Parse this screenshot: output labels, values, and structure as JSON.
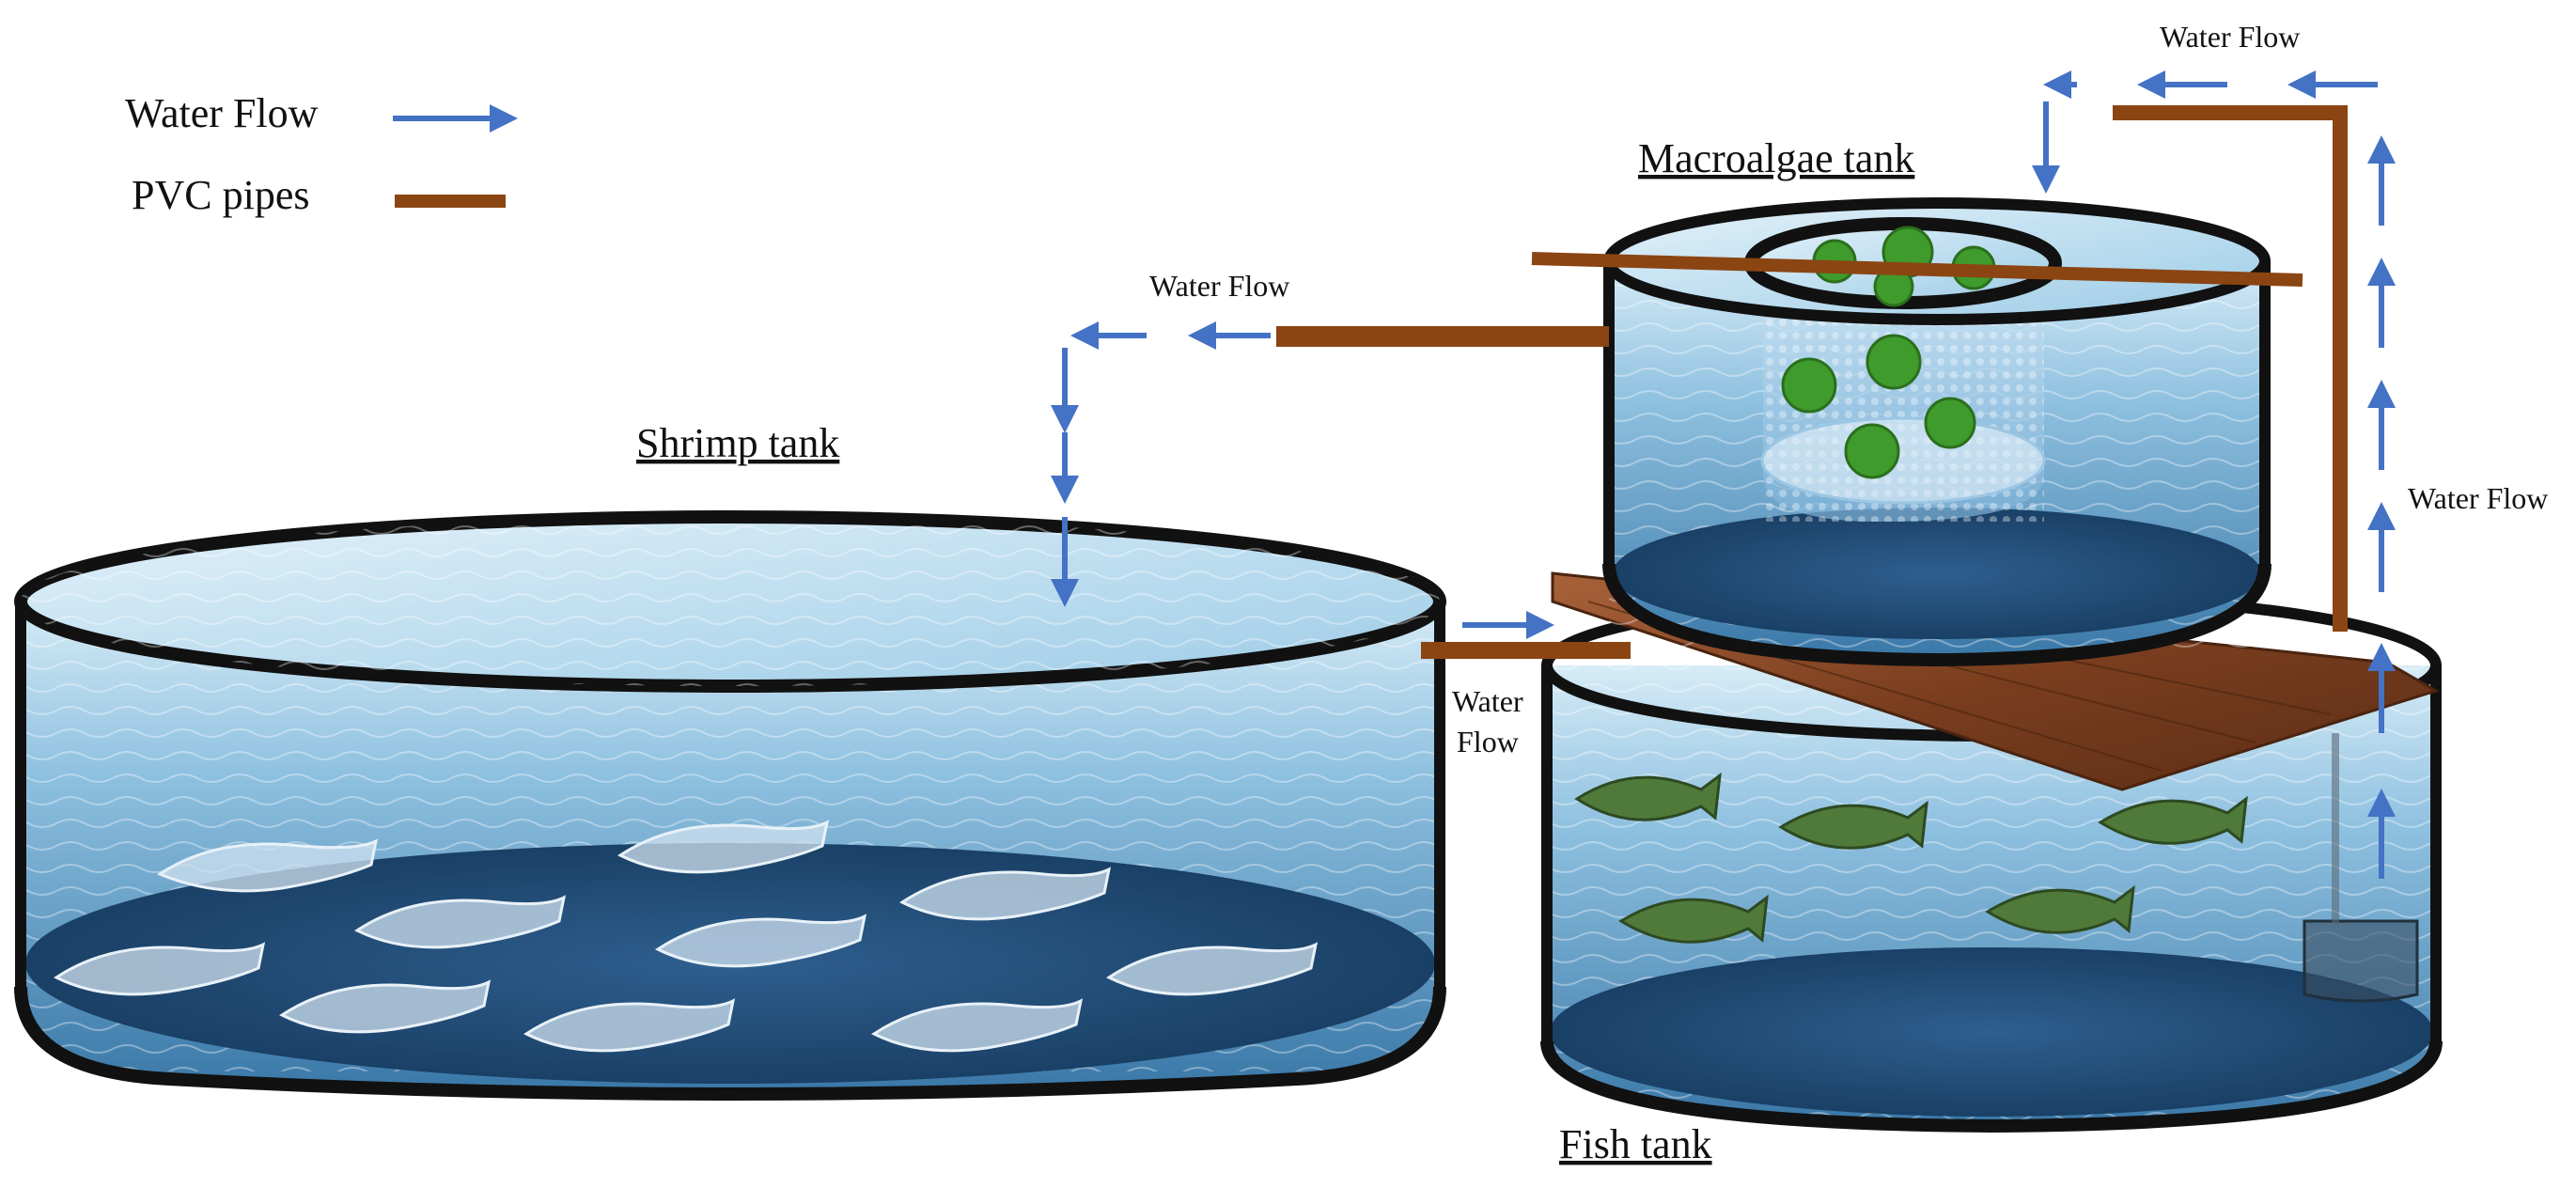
{
  "legend": {
    "water_flow": "Water Flow",
    "pvc_pipes": "PVC pipes"
  },
  "tanks": {
    "shrimp": "Shrimp tank",
    "macroalgae": "Macroalgae tank",
    "fish": "Fish tank"
  },
  "flow_labels": {
    "top_right": "Water Flow",
    "right_side": "Water Flow",
    "macroalgae_to_shrimp": "Water Flow",
    "shrimp_to_fish_line1": "Water",
    "shrimp_to_fish_line2": "Flow"
  },
  "colors": {
    "flow_arrow": "#4472c4",
    "pvc_pipe": "#8b4513",
    "water_light": "#bcdcee",
    "water_mid": "#6fa9cf",
    "water_deep": "#1e4a74",
    "tank_rim": "#111111",
    "wood_board": "#8a4a26",
    "algae": "#3f9b2c",
    "fish": "#4f7a3a"
  },
  "icons": {
    "arrow": "right-arrow-icon",
    "shrimp": "shrimp-icon",
    "fish": "fish-icon",
    "algae": "algae-icon",
    "pump": "pump-icon"
  }
}
